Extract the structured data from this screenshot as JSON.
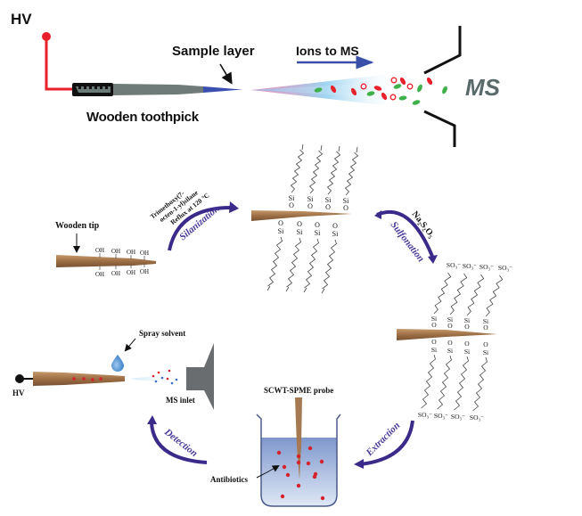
{
  "top_panel": {
    "hv_label": "HV",
    "sample_layer_label": "Sample layer",
    "ions_label": "Ions to MS",
    "toothpick_label": "Wooden toothpick",
    "ms_label": "MS"
  },
  "cycle": {
    "step1": {
      "wooden_tip_label": "Wooden tip",
      "oh_group": "OH",
      "reagent_line1": "Trimethoxy(7-",
      "reagent_line2": "octen-1-yl)silane",
      "reagent_line3": "Reflux at 120 °C",
      "arrow_label": "Silanization"
    },
    "step2": {
      "si_label": "Si",
      "o_label": "O",
      "reagent": "Na₂S₂O₅",
      "arrow_label": "Sulfonation"
    },
    "step3": {
      "so3_label": "SO₃⁻",
      "arrow_label": "Extraction"
    },
    "step4": {
      "probe_label": "SCWT-SPME probe",
      "antibiotics_label": "Antibiotics",
      "arrow_label": "Detection"
    },
    "step5": {
      "spray_label": "Spray solvent",
      "hv_label": "HV",
      "ms_inlet_label": "MS inlet"
    }
  },
  "colors": {
    "hv_wire": "#e8202a",
    "arrow_purple": "#3b2a8a",
    "wood": "#a57a52",
    "ms_text": "#5a6a6a",
    "ion_red": "#e8202a",
    "ion_green": "#3fb14a",
    "ions_arrow": "#3a4fa8",
    "beaker_liquid": "#8fa7d6"
  }
}
